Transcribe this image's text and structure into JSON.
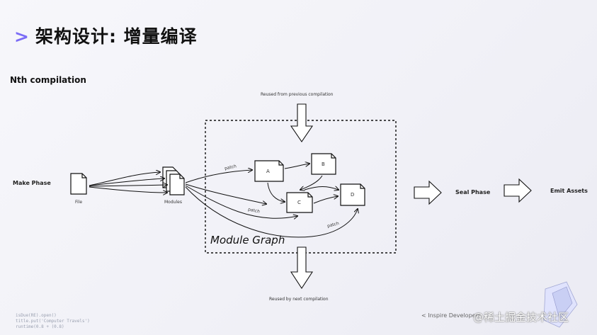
{
  "slide": {
    "title_prefix": ">",
    "title": "架构设计: 增量编译",
    "subtitle": "Nth compilation"
  },
  "diagram": {
    "make_phase": "Make Phase",
    "file_label": "File",
    "modules_label": "Modules",
    "reused_from": "Reused from previous compilation",
    "reused_by": "Reused by next compilation",
    "module_graph": "Module Graph",
    "nodes": [
      "A",
      "B",
      "C",
      "D"
    ],
    "patch_label": "patch",
    "seal_phase": "Seal Phase",
    "emit_assets": "Emit Assets"
  },
  "footer": {
    "code_lines": [
      "isDue(RE).open()",
      "title.put('Computer Travels')",
      "runtime(0.8 + (0.8)"
    ],
    "event": "< Inspire Developers",
    "watermark": "@稀土掘金技术社区"
  }
}
